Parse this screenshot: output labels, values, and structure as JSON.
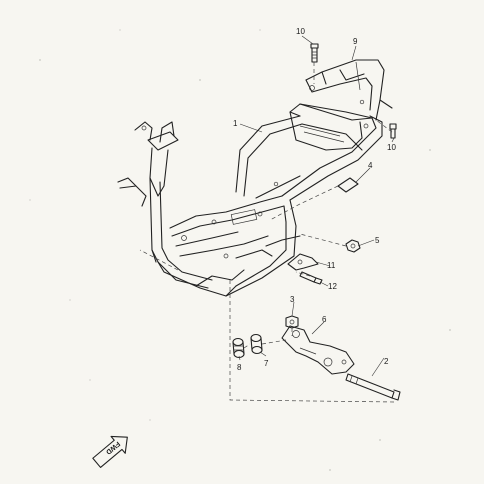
{
  "diagram": {
    "callouts": [
      {
        "id": "c1",
        "text": "1"
      },
      {
        "id": "c2",
        "text": "2"
      },
      {
        "id": "c3",
        "text": "3"
      },
      {
        "id": "c4",
        "text": "4"
      },
      {
        "id": "c5",
        "text": "5"
      },
      {
        "id": "c6",
        "text": "6"
      },
      {
        "id": "c7",
        "text": "7"
      },
      {
        "id": "c8",
        "text": "8"
      },
      {
        "id": "c9",
        "text": "9"
      },
      {
        "id": "c10a",
        "text": "10"
      },
      {
        "id": "c10b",
        "text": "10"
      },
      {
        "id": "c11",
        "text": "11"
      },
      {
        "id": "c12",
        "text": "12"
      }
    ],
    "forward_arrow": {
      "text": "FWD"
    },
    "colors": {
      "line": "#222222",
      "paper": "#f7f6f1"
    }
  }
}
